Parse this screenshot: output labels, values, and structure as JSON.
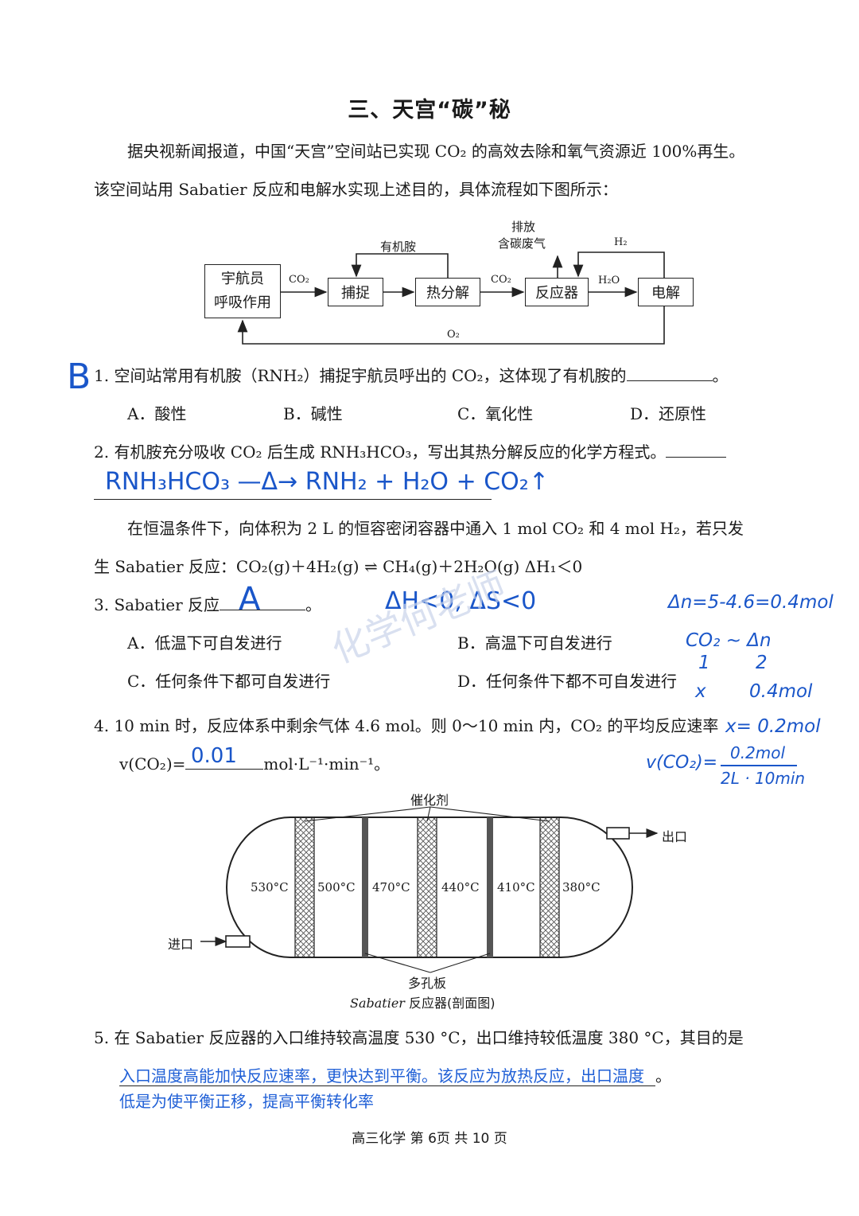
{
  "title": "三、天宫“碳”秘",
  "intro": {
    "line1": "据央视新闻报道，中国“天宫”空间站已实现 CO₂ 的高效去除和氧气资源近 100%再生。",
    "line2": "该空间站用 Sabatier 反应和电解水实现上述目的，具体流程如下图所示："
  },
  "flow": {
    "astronaut_l1": "宇航员",
    "astronaut_l2": "呼吸作用",
    "capture": "捕捉",
    "decompose": "热分解",
    "reactor": "反应器",
    "electrolysis": "电解",
    "co2_a": "CO₂",
    "co2_b": "CO₂",
    "h2o": "H₂O",
    "h2": "H₂",
    "o2": "O₂",
    "amine": "有机胺",
    "exhaust_l1": "排放",
    "exhaust_l2": "含碳废气"
  },
  "q1": {
    "number": "1.",
    "text": "空间站常用有机胺（RNH₂）捕捉宇航员呼出的 CO₂，这体现了有机胺的",
    "end": "。",
    "handwritten_answer": "B",
    "options": [
      "A．酸性",
      "B．碱性",
      "C．氧化性",
      "D．还原性"
    ]
  },
  "q2": {
    "number": "2.",
    "text": "有机胺充分吸收 CO₂ 后生成 RNH₃HCO₃，写出其热分解反应的化学方程式。",
    "handwritten_answer": "RNH₃HCO₃ —Δ→ RNH₂ + H₂O + CO₂↑"
  },
  "condition": {
    "line1": "在恒温条件下，向体积为 2 L 的恒容密闭容器中通入 1 mol CO₂ 和 4 mol H₂，若只发",
    "line2": "生 Sabatier 反应：CO₂(g)＋4H₂(g)  ⇌  CH₄(g)＋2H₂O(g)   ΔH₁＜0"
  },
  "q3": {
    "number": "3.",
    "text": "Sabatier 反应",
    "end": "。",
    "handwritten_answer": "A",
    "handwritten_note": "ΔH<0, ΔS<0",
    "options": [
      "A．低温下可自发进行",
      "B．高温下可自发进行",
      "C．任何条件下都可自发进行",
      "D．任何条件下都不可自发进行"
    ]
  },
  "q4": {
    "number": "4.",
    "text": "10 min 时，反应体系中剩余气体 4.6 mol。则 0～10 min 内，CO₂ 的平均反应速率",
    "rate_prefix": "v(CO₂)=",
    "rate_unit": "mol·L⁻¹·min⁻¹。",
    "handwritten_answer": "0.01"
  },
  "side_notes": {
    "n1": "Δn=5-4.6=0.4mol",
    "n2": "CO₂ ~ Δn",
    "n3a": "1",
    "n3b": "2",
    "n4a": "x",
    "n4b": "0.4mol",
    "n5": "x= 0.2mol",
    "n6_prefix": "v(CO₂)=",
    "n6_num": "0.2mol",
    "n6_den": "2L · 10min"
  },
  "reactor_figure": {
    "catalyst_label": "催化剂",
    "outlet_label": "出口",
    "inlet_label": "进口",
    "plate_label": "多孔板",
    "caption_italic": "Sabatier",
    "caption_rest": " 反应器(剖面图)",
    "temps": [
      "530°C",
      "500°C",
      "470°C",
      "440°C",
      "410°C",
      "380°C"
    ]
  },
  "q5": {
    "number": "5.",
    "text": "在 Sabatier 反应器的入口维持较高温度 530 °C，出口维持较低温度 380 °C，其目的是",
    "answer_l1": "入口温度高能加快反应速率，更快达到平衡。该反应为放热反应，出口温度",
    "answer_end": "。",
    "answer_l2": "低是为使平衡正移，提高平衡转化率"
  },
  "watermark": "化学何老师",
  "footer": "高三化学   第 6页   共 10 页"
}
